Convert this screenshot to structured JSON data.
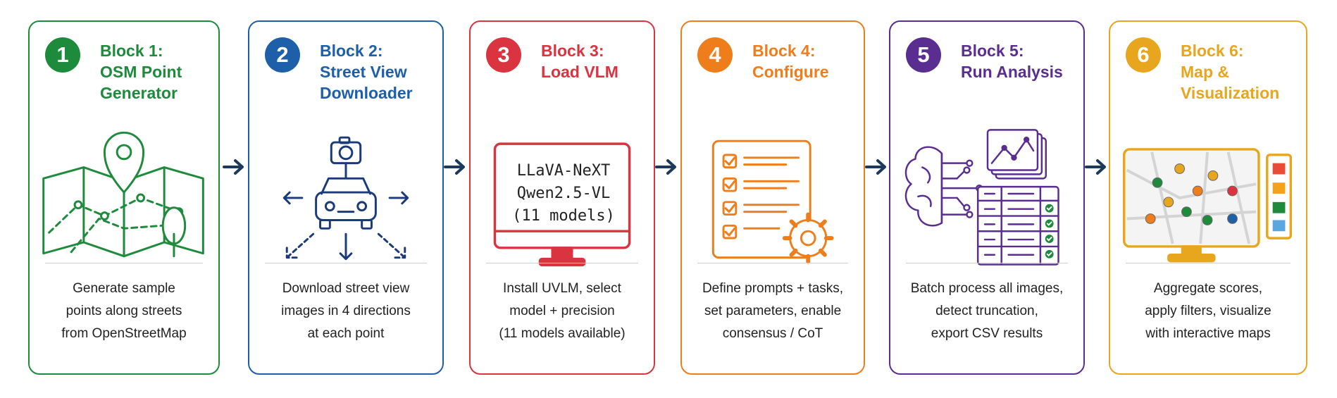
{
  "colors": {
    "block1": "#1e8a3c",
    "block2": "#1d5fa8",
    "block3": "#d9343f",
    "block4": "#ee7d1c",
    "block5": "#5a2d91",
    "block6": "#e7a61d",
    "arrow": "#1b3a5c"
  },
  "blocks": [
    {
      "number": "1",
      "title": "Block 1:\nOSM Point\nGenerator",
      "icon": "map-pin-icon",
      "description": "Generate sample\npoints along streets\nfrom OpenStreetMap"
    },
    {
      "number": "2",
      "title": "Block 2:\nStreet View\nDownloader",
      "icon": "car-camera-icon",
      "description": "Download street view\nimages in 4 directions\nat each point"
    },
    {
      "number": "3",
      "title": "Block 3:\nLoad VLM",
      "icon": "monitor-icon",
      "monitor_lines": [
        "LLaVA-NeXT",
        "Qwen2.5-VL",
        "(11 models)"
      ],
      "description": "Install UVLM, select\nmodel + precision\n(11 models available)"
    },
    {
      "number": "4",
      "title": "Block 4:\nConfigure",
      "icon": "checklist-gear-icon",
      "description": "Define prompts + tasks,\nset parameters, enable\nconsensus / CoT"
    },
    {
      "number": "5",
      "title": "Block 5:\nRun Analysis",
      "icon": "brain-network-icon",
      "description": "Batch process all images,\ndetect truncation,\nexport CSV results"
    },
    {
      "number": "6",
      "title": "Block 6:\nMap &\nVisualization",
      "icon": "map-monitor-icon",
      "description": "Aggregate scores,\napply filters, visualize\nwith interactive maps"
    }
  ]
}
